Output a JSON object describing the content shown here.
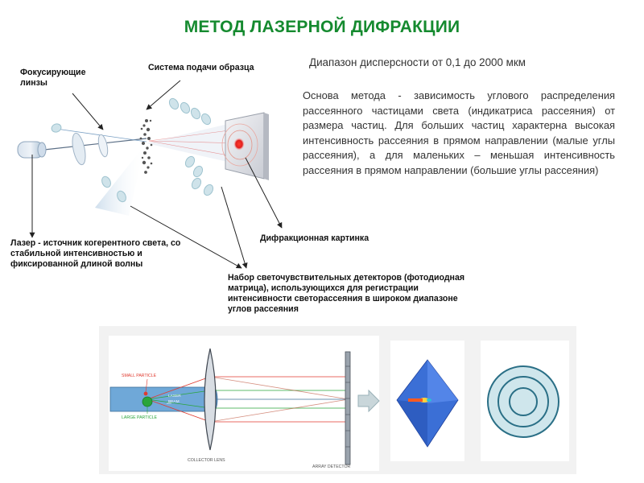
{
  "title": "МЕТОД ЛАЗЕРНОЙ ДИФРАКЦИИ",
  "labels": {
    "lenses": "Фокусирующие линзы",
    "sample_system": "Система подачи образца",
    "laser": "Лазер - источник когерентного света, со стабильной интенсивностью и фиксированной длиной волны",
    "diffraction": "Дифракционная картинка",
    "detectors": "Набор светочувствительных детекторов (фотодиодная матрица), использующихся для регистрации интенсивности светорассеяния в широком диапазоне углов рассеяния"
  },
  "range_text": "Диапазон дисперсности от 0,1 до 2000 мкм",
  "description": "Основа метода - зависимость углового распределения рассеянного частицами света (индикатриса рассеяния) от размера частиц. Для больших частиц характерна высокая интенсивность рассеяния в прямом направлении (малые углы рассеяния), а для маленьких – меньшая интенсивность рассеяния в прямом направлении (большие углы рассеяния)",
  "schematic": {
    "small_particle": "SMALL PARTICLE",
    "large_particle": "LARGE PARTICLE",
    "laser_beam_1": "LASER",
    "laser_beam_2": "BEAM",
    "collector_lens": "COLLECTOR LENS",
    "array_detector": "ARRAY DETECTOR"
  },
  "colors": {
    "title": "#158a2f",
    "beam": "#5b9bd5",
    "ring": "#2a6f86",
    "spot": "#e0201f",
    "small_particle": "#e03a2f",
    "large_particle": "#2aa53a"
  }
}
